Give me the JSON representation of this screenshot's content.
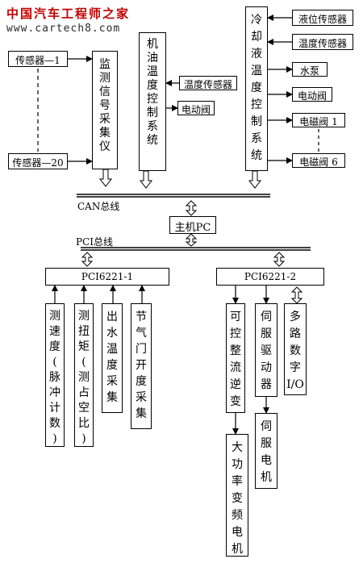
{
  "watermark": {
    "title": "中国汽车工程师之家",
    "url": "www.cartech8.com"
  },
  "left_sensors": {
    "sensor_first": "传感器—1",
    "sensor_last": "传感器—20"
  },
  "monitor_box": {
    "label": "监\n测\n信\n号\n采\n集\n仪"
  },
  "oil_box": {
    "label": "机\n油\n温\n度\n控\n制\n系\n统"
  },
  "oil_temp_sensor": "温度传感器",
  "oil_valve": "电动阀",
  "coolant_box": {
    "label": "冷\n却\n液\n温\n度\n控\n制\n系\n统"
  },
  "coolant_inputs": [
    "液位传感器",
    "温度传感器"
  ],
  "coolant_outputs": [
    "水泵",
    "电动阀",
    "电磁阀 1",
    "电磁阀 6"
  ],
  "can_bus": "CAN总线",
  "host_pc": "主机PC",
  "pci_bus": "PCI总线",
  "pci1": "PCI6221-1",
  "pci2": "PCI6221-2",
  "pci1_inputs": [
    "测\n速\n度\n(\n脉\n冲\n计\n数\n)",
    "测\n扭\n矩\n(\n测\n占\n空\n比\n)",
    "出\n水\n温\n度\n采\n集",
    "节\n气\n门\n开\n度\n采\n集"
  ],
  "pci2_outputs": [
    "可\n控\n整\n流\n逆\n变",
    "伺\n服\n驱\n动\n器",
    "多\n路\n数\n字\nI/O"
  ],
  "motor": "大\n功\n率\n变\n频\n电\n机",
  "servo_motor": "伺\n服\n电\n机"
}
